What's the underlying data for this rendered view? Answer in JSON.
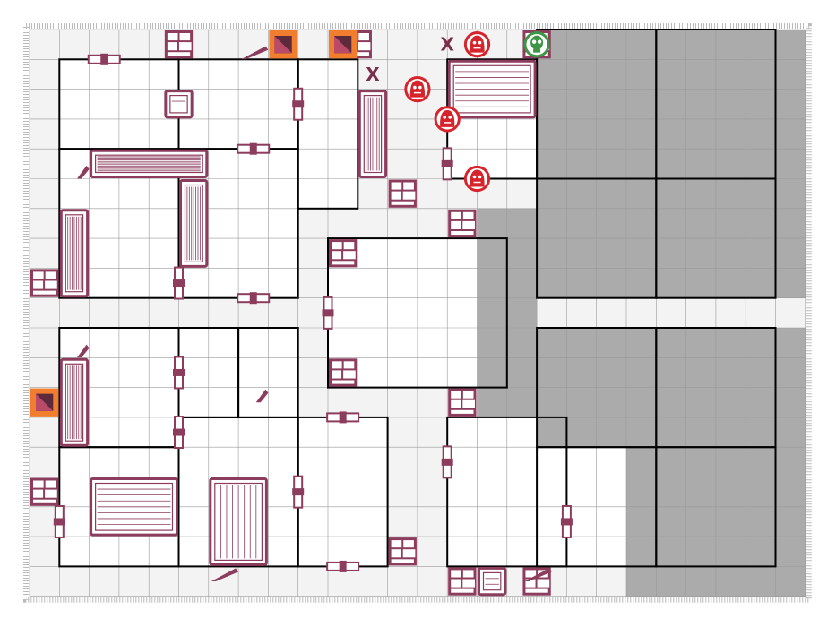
{
  "board": {
    "name": "quest-board",
    "cols": 26,
    "rows": 19,
    "colors": {
      "floor": "#ffffff",
      "corridor": "#f3f3f3",
      "grid": "#9a9a9a",
      "wall": "#000000",
      "blocked": "#ababab",
      "furniture": "#8c3c5c",
      "furniture_fill": "#ffffff",
      "monster": "#d6242c",
      "undead": "#3d9645",
      "stairs": "#f07e2e",
      "marker_text": "#7a2f4a"
    }
  },
  "marks": [
    {
      "text": "X",
      "col": 11,
      "row": 1
    },
    {
      "text": "X",
      "col": 13.5,
      "row": 0
    }
  ],
  "rooms": [
    [
      1,
      1,
      4,
      3
    ],
    [
      5,
      1,
      4,
      3
    ],
    [
      9,
      1,
      2,
      5
    ],
    [
      14,
      1,
      3,
      4
    ],
    [
      1,
      4,
      4,
      5
    ],
    [
      5,
      4,
      4,
      5
    ],
    [
      10,
      7,
      6,
      5
    ],
    [
      1,
      10,
      4,
      4
    ],
    [
      5,
      10,
      2,
      3
    ],
    [
      7,
      10,
      2,
      3
    ],
    [
      1,
      14,
      4,
      4
    ],
    [
      5,
      13,
      4,
      5
    ],
    [
      9,
      13,
      3,
      5
    ],
    [
      14,
      13,
      4,
      5
    ],
    [
      17,
      0,
      4,
      5
    ],
    [
      21,
      0,
      4,
      5
    ],
    [
      17,
      5,
      4,
      4
    ],
    [
      21,
      5,
      4,
      4
    ],
    [
      17,
      10,
      4,
      4
    ],
    [
      21,
      10,
      4,
      4
    ],
    [
      17,
      14,
      4,
      4
    ],
    [
      21,
      14,
      4,
      4
    ]
  ],
  "blocked_areas": [
    [
      17,
      0,
      9,
      9
    ],
    [
      15,
      6,
      2,
      6
    ],
    [
      17,
      10,
      9,
      4
    ],
    [
      15,
      12,
      2,
      1
    ],
    [
      20,
      14,
      6,
      5
    ]
  ],
  "open_floor": [
    [
      17,
      14,
      3,
      4
    ]
  ],
  "tokens": [
    {
      "kind": "stairs",
      "name": "stairs-icon",
      "col": 8,
      "row": 0
    },
    {
      "kind": "stairs",
      "name": "stairs-icon",
      "col": 10,
      "row": 0
    },
    {
      "kind": "stairs",
      "name": "stairs-icon",
      "col": 0,
      "row": 12
    },
    {
      "kind": "monster",
      "name": "orc-icon",
      "col": 14.5,
      "row": 0
    },
    {
      "kind": "monster",
      "name": "orc-icon",
      "col": 12.5,
      "row": 1.5
    },
    {
      "kind": "monster",
      "name": "orc-icon",
      "col": 13.5,
      "row": 2.5
    },
    {
      "kind": "monster",
      "name": "goblin-icon",
      "col": 14.5,
      "row": 4.5
    },
    {
      "kind": "undead",
      "name": "skull-icon",
      "col": 16.5,
      "row": 0
    }
  ],
  "rubble": [
    [
      4.5,
      0
    ],
    [
      10.5,
      0
    ],
    [
      16.5,
      0
    ],
    [
      12,
      5
    ],
    [
      14,
      6
    ],
    [
      0,
      8
    ],
    [
      10,
      7
    ],
    [
      10,
      11
    ],
    [
      14,
      12
    ],
    [
      12,
      17
    ],
    [
      14,
      18
    ],
    [
      16.5,
      18
    ],
    [
      0,
      15
    ]
  ],
  "doors": [
    {
      "col": 2.5,
      "row": 1,
      "dir": "h"
    },
    {
      "col": 7.5,
      "row": 4,
      "dir": "h"
    },
    {
      "col": 7.5,
      "row": 9,
      "dir": "h"
    },
    {
      "col": 9,
      "row": 2.5,
      "dir": "v"
    },
    {
      "col": 5,
      "row": 8.5,
      "dir": "v"
    },
    {
      "col": 10,
      "row": 9.5,
      "dir": "v"
    },
    {
      "col": 14,
      "row": 4.5,
      "dir": "v"
    },
    {
      "col": 5,
      "row": 11.5,
      "dir": "v"
    },
    {
      "col": 5,
      "row": 13.5,
      "dir": "v"
    },
    {
      "col": 10.5,
      "row": 13,
      "dir": "h"
    },
    {
      "col": 9,
      "row": 15.5,
      "dir": "v"
    },
    {
      "col": 1,
      "row": 16.5,
      "dir": "v"
    },
    {
      "col": 14,
      "row": 14.5,
      "dir": "v"
    },
    {
      "col": 18,
      "row": 16.5,
      "dir": "v"
    },
    {
      "col": 10.5,
      "row": 18,
      "dir": "h"
    }
  ],
  "furniture": [
    {
      "name": "tomb-icon",
      "col": 2,
      "row": 4,
      "w": 4,
      "h": 1
    },
    {
      "name": "rack-icon",
      "col": 1,
      "row": 6,
      "w": 1,
      "h": 3
    },
    {
      "name": "sofa-icon",
      "col": 5,
      "row": 5,
      "w": 1,
      "h": 3
    },
    {
      "name": "chest-icon",
      "col": 4.5,
      "row": 2,
      "w": 1,
      "h": 1
    },
    {
      "name": "weapon-rack-icon",
      "col": 11,
      "row": 2,
      "w": 1,
      "h": 3
    },
    {
      "name": "torture-table-icon",
      "col": 14,
      "row": 1,
      "w": 3,
      "h": 2
    },
    {
      "name": "bookshelf-icon",
      "col": 1,
      "row": 11,
      "w": 1,
      "h": 3
    },
    {
      "name": "alchemist-table-icon",
      "col": 2,
      "row": 15,
      "w": 3,
      "h": 2
    },
    {
      "name": "table-icon",
      "col": 6,
      "row": 15,
      "w": 2,
      "h": 3
    },
    {
      "name": "throne-icon",
      "col": 15,
      "row": 18,
      "w": 1,
      "h": 1
    },
    {
      "name": "trap-icon",
      "col": 7,
      "row": 0.5,
      "w": 1,
      "h": 0.5
    },
    {
      "name": "trap-icon",
      "col": 1.5,
      "row": 4.5,
      "w": 0.5,
      "h": 0.5
    },
    {
      "name": "trap-icon",
      "col": 1.5,
      "row": 10.5,
      "w": 0.5,
      "h": 0.5
    },
    {
      "name": "trap-icon",
      "col": 7.5,
      "row": 12,
      "w": 0.5,
      "h": 0.5
    },
    {
      "name": "trap-icon",
      "col": 6,
      "row": 18,
      "w": 1,
      "h": 0.5
    },
    {
      "name": "trap-icon",
      "col": 16.5,
      "row": 18,
      "w": 1,
      "h": 0.5
    }
  ]
}
